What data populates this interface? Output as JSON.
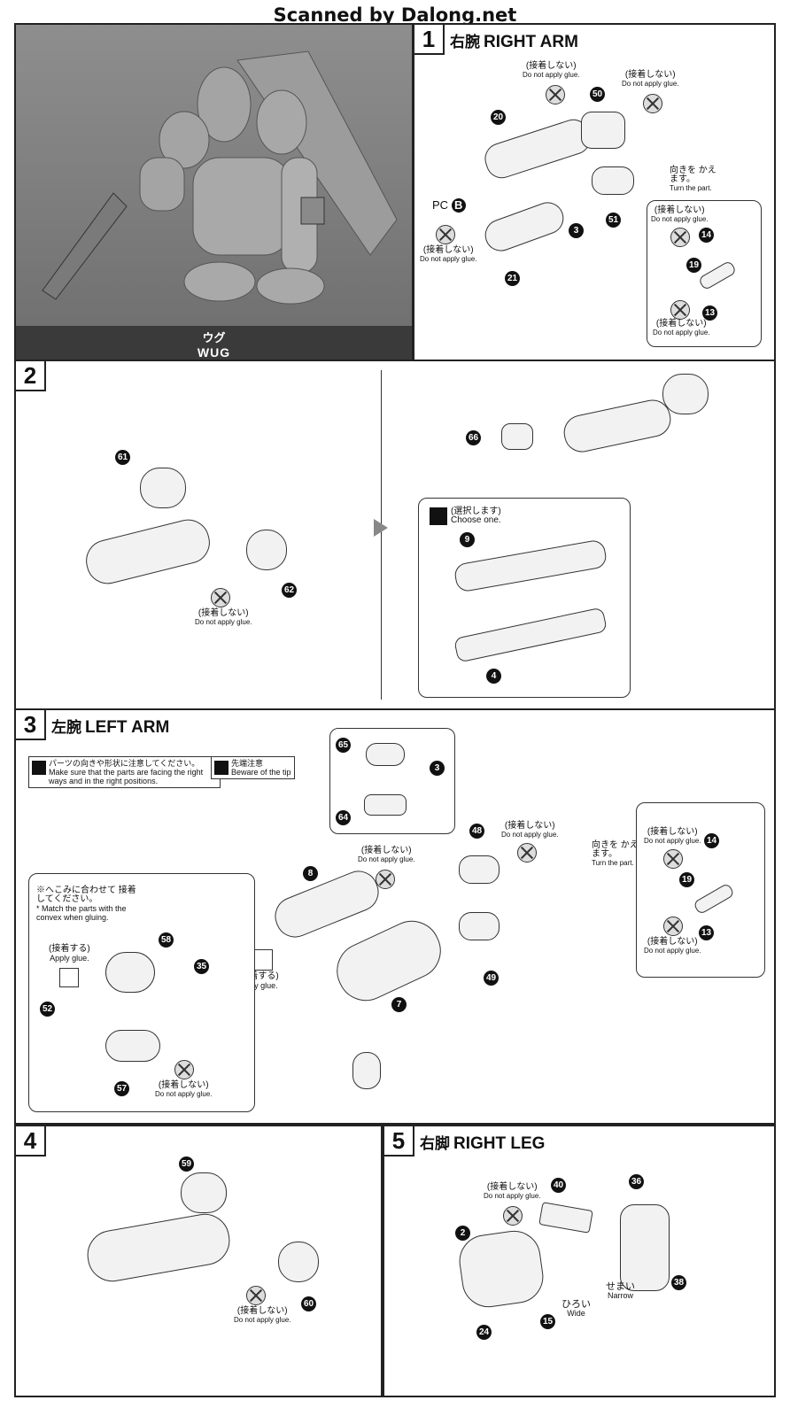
{
  "header": "Scanned by Dalong.net",
  "photo": {
    "name_jp": "ウグ",
    "name_en": "WUG"
  },
  "steps": [
    {
      "num": "1",
      "title_jp": "右腕",
      "title_en": "RIGHT ARM"
    },
    {
      "num": "2",
      "title_jp": "",
      "title_en": ""
    },
    {
      "num": "3",
      "title_jp": "左腕",
      "title_en": "LEFT ARM"
    },
    {
      "num": "4",
      "title_jp": "",
      "title_en": ""
    },
    {
      "num": "5",
      "title_jp": "右脚",
      "title_en": "RIGHT LEG"
    }
  ],
  "notes": {
    "no_glue_jp": "(接着しない)",
    "no_glue_en": "Do not apply glue.",
    "apply_glue_jp": "(接着する)",
    "apply_glue_en": "Apply glue.",
    "turn_jp": "向きを かえます。",
    "turn_en": "Turn the part.",
    "choose_jp": "(選択します)",
    "choose_en": "Choose one.",
    "pc": "PC",
    "pc_letter": "B",
    "parts_dir_jp": "パーツの向きや形状に注意してください。",
    "parts_dir_en": "Make sure that the parts are facing the right ways and in the right positions.",
    "tip_jp": "先端注意",
    "tip_en": "Beware of the tip",
    "convex_jp": "※へこみに合わせて 接着してください。",
    "convex_en": "* Match the parts with the convex when gluing.",
    "wide_jp": "ひろい",
    "wide_en": "Wide",
    "narrow_jp": "せまい",
    "narrow_en": "Narrow"
  },
  "part_numbers": {
    "s1": [
      "20",
      "50",
      "3",
      "51",
      "21",
      "14",
      "19",
      "13"
    ],
    "s2": [
      "61",
      "62",
      "66",
      "9",
      "4"
    ],
    "s3": [
      "65",
      "3",
      "64",
      "48",
      "8",
      "7",
      "49",
      "58",
      "35",
      "52",
      "57",
      "14",
      "19",
      "13"
    ],
    "s4": [
      "59",
      "60"
    ],
    "s5": [
      "40",
      "36",
      "2",
      "15",
      "38",
      "24"
    ]
  }
}
